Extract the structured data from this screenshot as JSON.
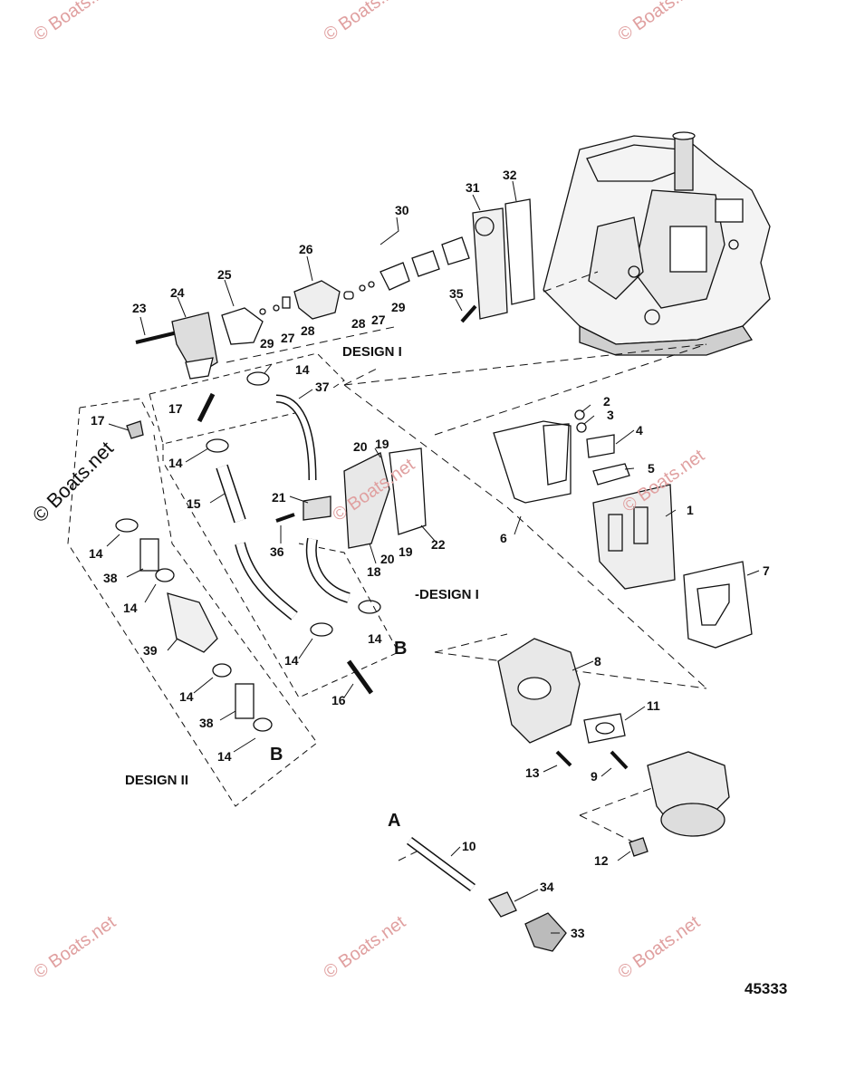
{
  "figure_number": "45333",
  "watermark_text": "© Boats.net",
  "design_labels": {
    "d1_top": "DESIGN I",
    "d1_mid": "-DESIGN I",
    "d2": "DESIGN II"
  },
  "letters": {
    "a": "A",
    "b1": "B",
    "b2": "B"
  },
  "callouts": [
    "1",
    "2",
    "3",
    "4",
    "5",
    "6",
    "7",
    "8",
    "9",
    "10",
    "11",
    "12",
    "13",
    "14",
    "14",
    "14",
    "14",
    "14",
    "14",
    "14",
    "14",
    "15",
    "16",
    "17",
    "17",
    "18",
    "19",
    "19",
    "20",
    "20",
    "21",
    "22",
    "23",
    "24",
    "25",
    "26",
    "27",
    "27",
    "28",
    "28",
    "29",
    "29",
    "30",
    "31",
    "32",
    "33",
    "34",
    "35",
    "36",
    "37",
    "38",
    "38",
    "39"
  ],
  "colors": {
    "ink": "#111111",
    "watermark": "#e0a0a0",
    "background": "#ffffff"
  }
}
